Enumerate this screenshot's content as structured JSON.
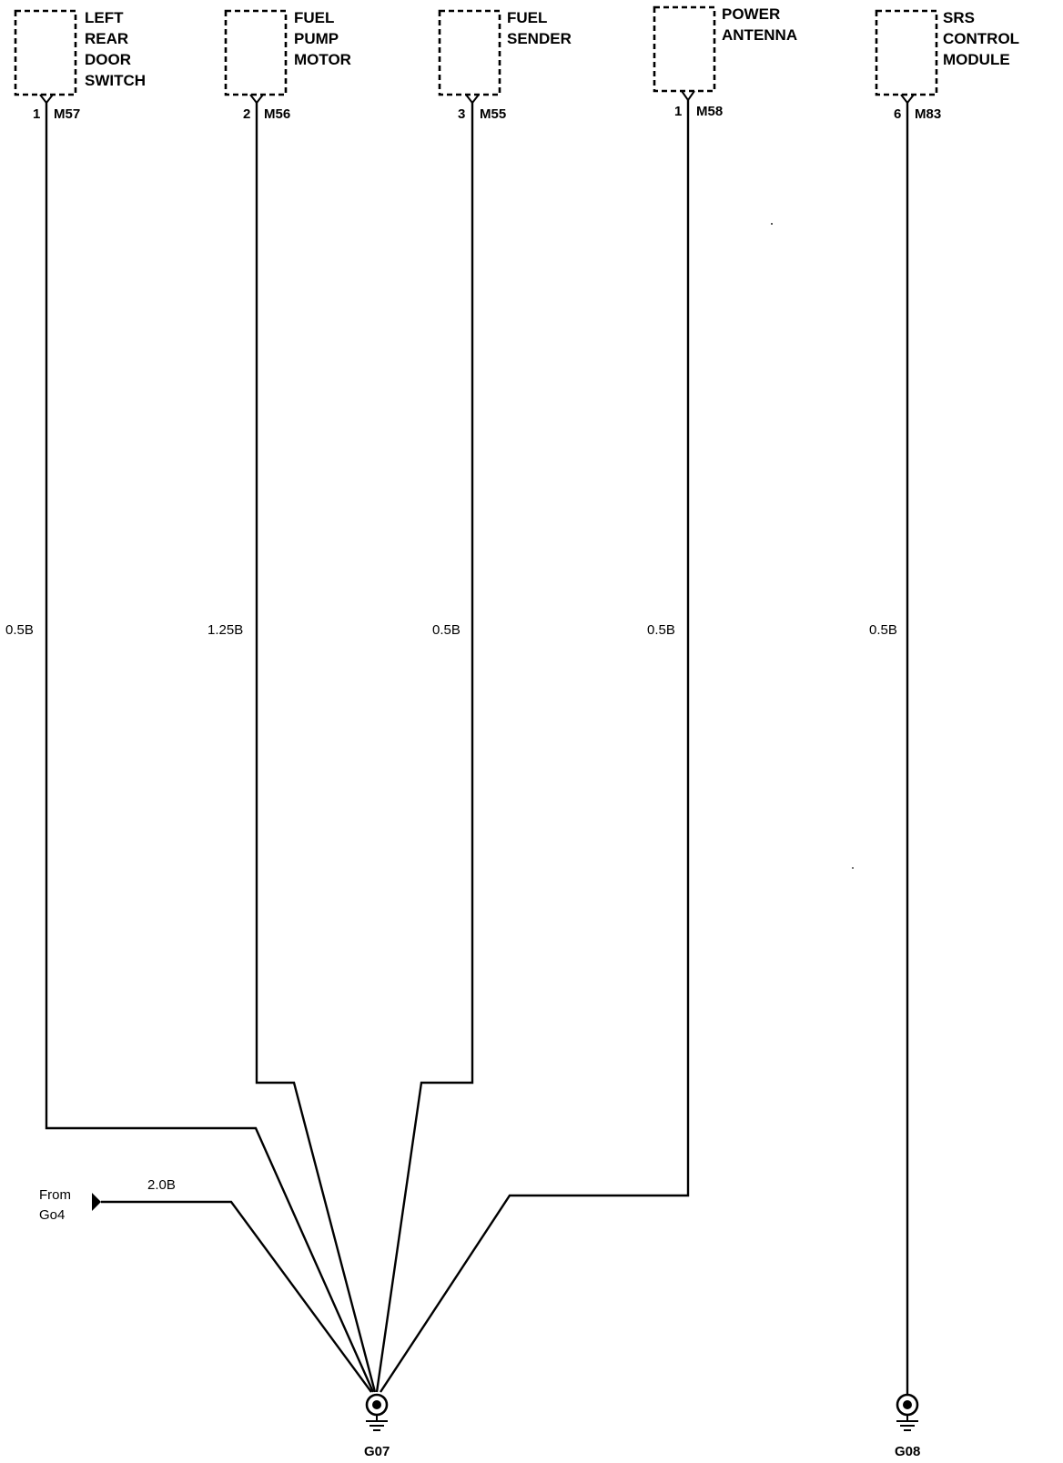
{
  "components": [
    {
      "label_lines": [
        "LEFT",
        "REAR",
        "DOOR",
        "SWITCH"
      ],
      "pin": "1",
      "connector": "M57",
      "wire": "0.5B"
    },
    {
      "label_lines": [
        "FUEL",
        "PUMP",
        "MOTOR"
      ],
      "pin": "2",
      "connector": "M56",
      "wire": "1.25B"
    },
    {
      "label_lines": [
        "FUEL",
        "SENDER"
      ],
      "pin": "3",
      "connector": "M55",
      "wire": "0.5B"
    },
    {
      "label_lines": [
        "POWER",
        "ANTENNA"
      ],
      "pin": "1",
      "connector": "M58",
      "wire": "0.5B"
    },
    {
      "label_lines": [
        "SRS",
        "CONTROL",
        "MODULE"
      ],
      "pin": "6",
      "connector": "M83",
      "wire": "0.5B"
    }
  ],
  "incoming": {
    "from_lines": [
      "From",
      "Go4"
    ],
    "wire": "2.0B"
  },
  "grounds": [
    {
      "name": "G07"
    },
    {
      "name": "G08"
    }
  ]
}
